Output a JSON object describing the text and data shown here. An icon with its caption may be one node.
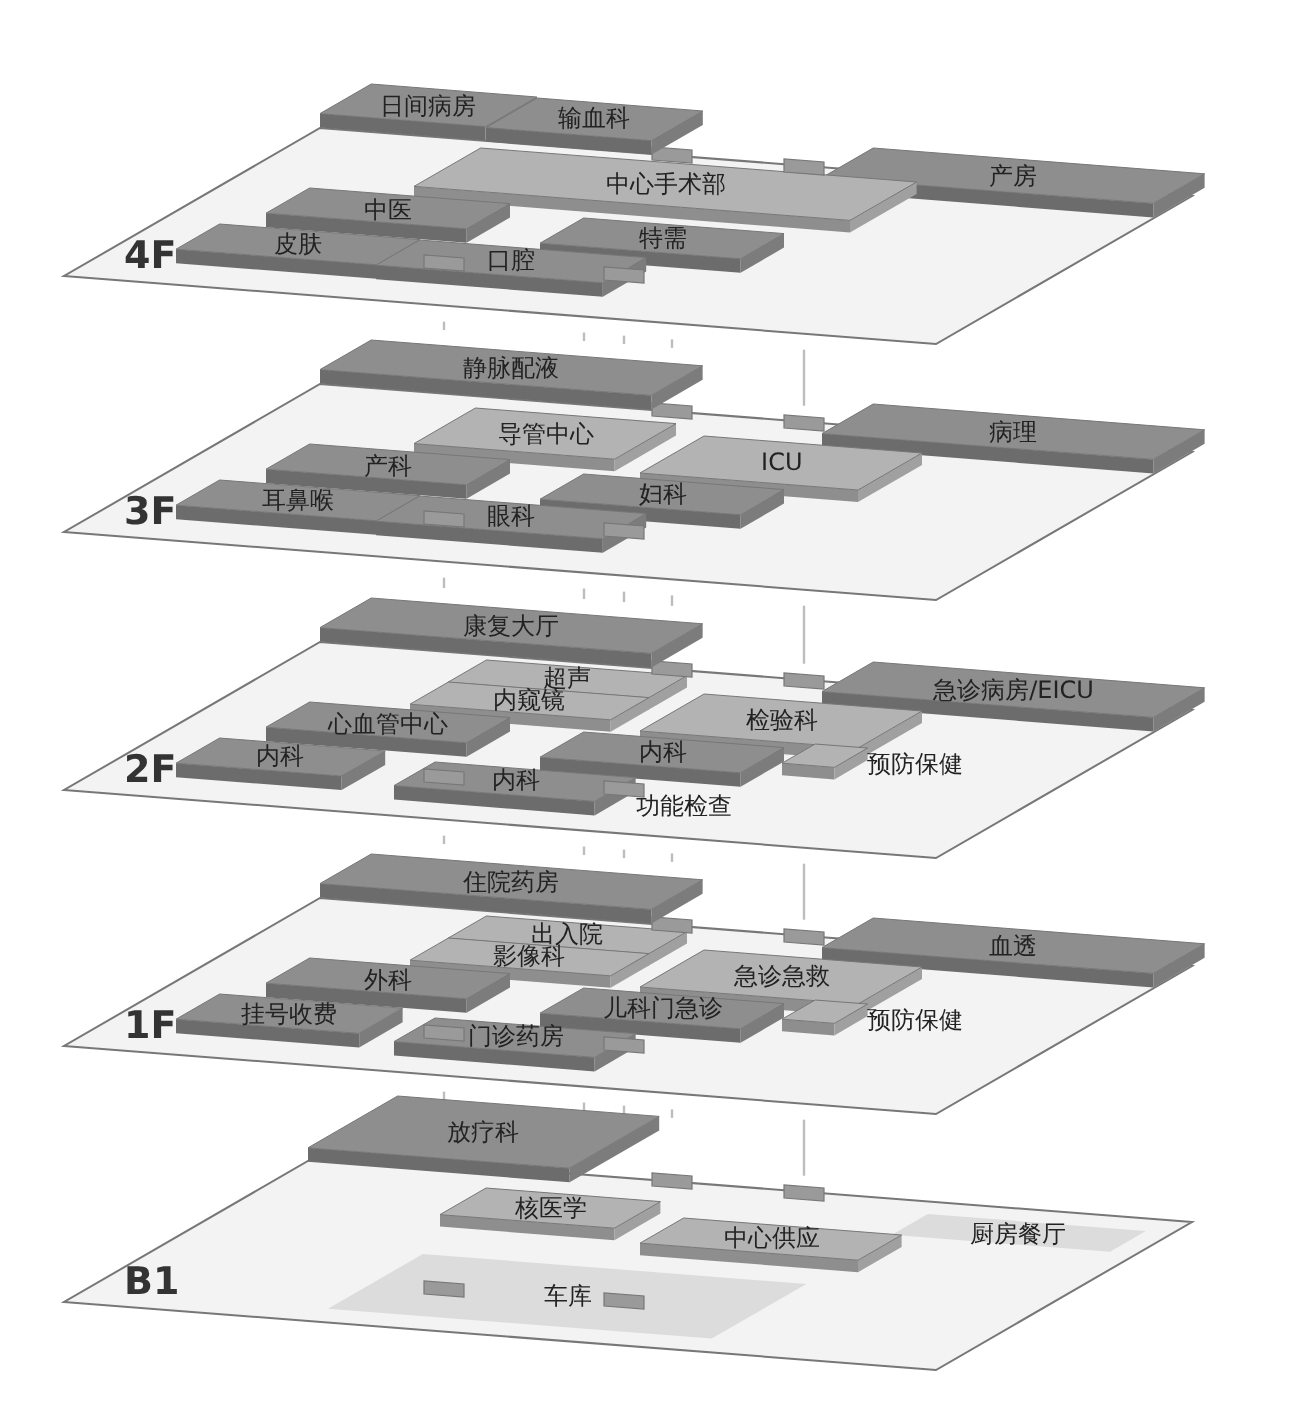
{
  "diagram": {
    "nodes": [
      {
        "text": [
          "4F"
        ]
      },
      {
        "text": [
          "日间病房"
        ]
      },
      {
        "text": [
          "输血科"
        ]
      },
      {
        "text": [
          "产房"
        ],
        "in": 0
      },
      {
        "text": [
          "中心手术部"
        ],
        "in": 0
      },
      {
        "text": [
          "中医"
        ],
        "in": 0
      },
      {
        "text": [
          "特需"
        ],
        "in": 0
      },
      {
        "text": [
          "皮肤"
        ],
        "in": 0
      },
      {
        "text": [
          "口腔"
        ],
        "in": 0
      },
      {
        "text": [
          "3F"
        ]
      },
      {
        "text": [
          "静脉配液"
        ]
      },
      {
        "text": [
          "病理"
        ],
        "in": 9
      },
      {
        "text": [
          "导管中心"
        ],
        "in": 9
      },
      {
        "text": [
          "ICU"
        ],
        "in": 9
      },
      {
        "text": [
          "产科"
        ],
        "in": 9
      },
      {
        "text": [
          "妇科"
        ],
        "in": 9
      },
      {
        "text": [
          "耳鼻喉"
        ],
        "in": 9
      },
      {
        "text": [
          "眼科"
        ],
        "in": 9
      },
      {
        "text": [
          "2F"
        ]
      },
      {
        "text": [
          "康复大厅"
        ]
      },
      {
        "text": [
          "急诊病房/EICU"
        ],
        "in": 18
      },
      {
        "text": [
          "超声"
        ],
        "in": 18
      },
      {
        "text": [
          "内窥镜"
        ],
        "in": 18
      },
      {
        "text": [
          "检验科"
        ],
        "in": 18
      },
      {
        "text": [
          "心血管中心"
        ],
        "in": 18
      },
      {
        "text": [
          "预防保健"
        ],
        "in": 18
      },
      {
        "text": [
          "内科"
        ],
        "in": 18
      },
      {
        "text": [
          "内科"
        ],
        "in": 18
      },
      {
        "text": [
          "内科"
        ],
        "in": 18
      },
      {
        "text": [
          "1F"
        ]
      },
      {
        "text": [
          "住院药房"
        ]
      },
      {
        "text": [
          "血透"
        ],
        "in": 29
      },
      {
        "text": [
          "出入院"
        ],
        "in": 29
      },
      {
        "text": [
          "影像科"
        ],
        "in": 29
      },
      {
        "text": [
          "急诊急救"
        ],
        "in": 29
      },
      {
        "text": [
          "外科"
        ],
        "in": 29
      },
      {
        "text": [
          "预防保健"
        ],
        "in": 29
      },
      {
        "text": [
          "儿科门急诊"
        ],
        "in": 29
      },
      {
        "text": [
          "挂号收费"
        ],
        "in": 29
      },
      {
        "text": [
          "门诊药房"
        ],
        "in": 29
      },
      {
        "text": [
          "B1"
        ]
      },
      {
        "text": [
          "放疗科"
        ]
      },
      {
        "text": [
          "核医学"
        ],
        "in": 40
      },
      {
        "text": [
          "厨房餐厅"
        ],
        "in": 40
      },
      {
        "text": [
          "中心供应"
        ],
        "in": 40
      },
      {
        "text": [
          "车库"
        ],
        "in": 40
      }
    ],
    "labels": [
      "功能检查"
    ]
  }
}
